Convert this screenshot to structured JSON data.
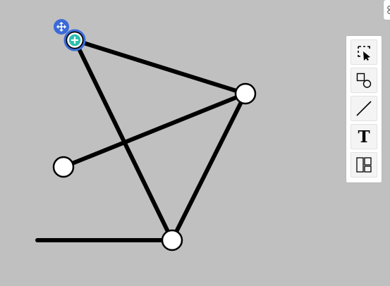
{
  "graph": {
    "nodes": [
      {
        "id": "n1",
        "shape": "circle",
        "selected": true
      },
      {
        "id": "n2",
        "shape": "circle",
        "selected": false
      },
      {
        "id": "n3",
        "shape": "circle",
        "selected": false
      },
      {
        "id": "n4",
        "shape": "circle",
        "selected": false
      },
      {
        "id": "n5",
        "shape": "none",
        "selected": false
      }
    ],
    "edges": [
      {
        "from": "n1",
        "to": "n2"
      },
      {
        "from": "n1",
        "to": "n4"
      },
      {
        "from": "n3",
        "to": "n2"
      },
      {
        "from": "n2",
        "to": "n4"
      },
      {
        "from": "n5",
        "to": "n4"
      }
    ],
    "colors": {
      "background": "#c0c0c0",
      "edge": "#000000",
      "node_fill": "#ffffff",
      "selection_accent": "#3b6ad8",
      "add_handle": "#2bbfaf"
    }
  },
  "selection": {
    "move_icon": "move-arrows-icon",
    "add_icon": "plus-circle-icon"
  },
  "toolbar": {
    "tools": [
      {
        "name": "select-area-icon",
        "tooltip": ""
      },
      {
        "name": "shapes-icon",
        "tooltip": ""
      },
      {
        "name": "line-icon",
        "tooltip": ""
      },
      {
        "name": "text-icon",
        "label": "T"
      },
      {
        "name": "layout-icon",
        "tooltip": ""
      }
    ]
  },
  "corner_control": {
    "icon": "settings-icon"
  }
}
